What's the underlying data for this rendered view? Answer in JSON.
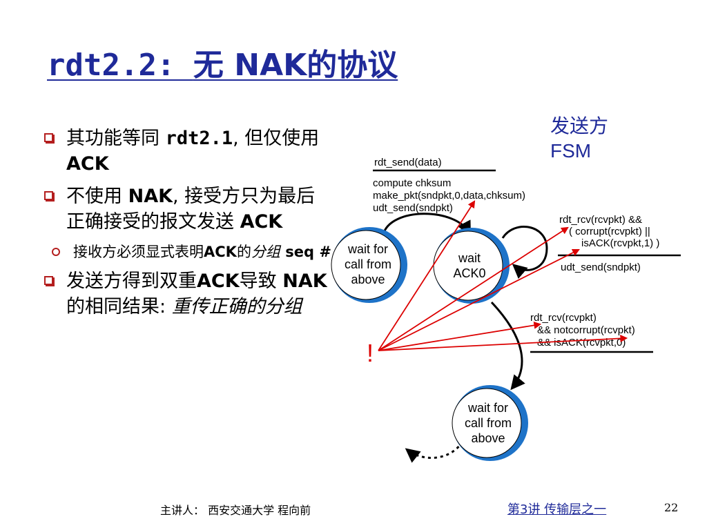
{
  "title": {
    "part1": "rdt2.2: ",
    "part2": "无 NAK的协议"
  },
  "bullets": [
    {
      "text_a": " 其功能等同 ",
      "code": "rdt2.1",
      "text_b": ", 但仅使用 ",
      "bold": "ACK"
    },
    {
      "text_a": "不使用 ",
      "bold_a": "NAK",
      "text_b": ", 接受方只为最后正确接受的报文发送 ",
      "bold_b": "ACK",
      "sub": {
        "text_a": "接收方必须显式表明",
        "bold_a": "ACK",
        "text_b": "的",
        "italic": "分组",
        "bold_b": " seq #"
      }
    },
    {
      "text_a": "发送方得到双重",
      "bold_a": "ACK",
      "text_b": "导致 ",
      "bold_b": "NAK",
      "text_c": "的相同结果: ",
      "italic": "重传正确的分组"
    }
  ],
  "diagram": {
    "fsm_label_line1": "发送方",
    "fsm_label_line2": "FSM",
    "state1": [
      "wait for",
      "call from",
      "above"
    ],
    "state2": [
      "wait",
      "ACK0"
    ],
    "state3": [
      "wait for",
      "call from",
      "above"
    ],
    "t1_event": "rdt_send(data)",
    "t1_actions": [
      "compute chksum",
      "make_pkt(sndpkt,0,data,chksum)",
      "udt_send(sndpkt)"
    ],
    "t2_event": [
      "rdt_rcv(rcvpkt) &&",
      "( corrupt(rcvpkt) ||",
      "isACK(rcvpkt,1) )"
    ],
    "t2_action": "udt_send(sndpkt)",
    "t3_event": [
      "rdt_rcv(rcvpkt)",
      "&& notcorrupt(rcvpkt)",
      "&& isACK(rcvpkt,0)"
    ],
    "exclaim": "!",
    "colors": {
      "state_ring": "#1e73c8",
      "annotation": "#dc0000",
      "title": "#1f2a99"
    }
  },
  "footer": {
    "presenter": "主讲人： 西安交通大学  程向前",
    "lecture": "第3讲  传输层之一",
    "page": "22"
  }
}
